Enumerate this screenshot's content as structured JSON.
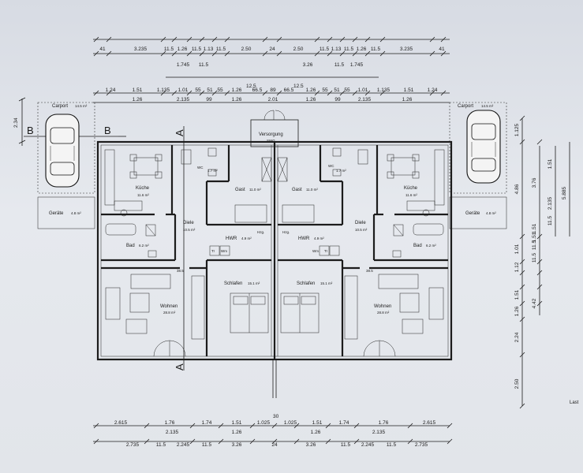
{
  "dimensions": {
    "top_row1": [
      "41",
      "3.235",
      "11.5",
      "1.26",
      "11.5",
      "1.13",
      "11.5",
      "2.50",
      "24",
      "2.50",
      "11.5",
      "1.13",
      "11.5",
      "1.26",
      "11.5",
      "3.235",
      "41"
    ],
    "top_row2": [
      "11.5",
      "1.745",
      "3.26",
      "11.5",
      "1.745"
    ],
    "top_row3a": [
      "1.24",
      "1.51",
      "1.135",
      "1.01",
      "55",
      "51",
      "55",
      "1.26",
      "66.5",
      "89",
      "66.5",
      "1.26",
      "55",
      "51",
      "55",
      "1.01",
      "1.135",
      "1.51",
      "1.24"
    ],
    "top_row3b": [
      "1.26",
      "2.135",
      "99",
      "1.26",
      "2.01",
      "1.26",
      "99",
      "2.135",
      "1.26"
    ],
    "top_12_5": [
      "12.5",
      "12.5"
    ],
    "bottom_row1": [
      "2.615",
      "1.76",
      "1.74",
      "1.51",
      "1.025",
      "1.025",
      "1.51",
      "1.74",
      "1.76",
      "2.615"
    ],
    "bottom_row1b": [
      "2.135",
      "1.26",
      "1.26",
      "2.135"
    ],
    "bottom_row2": [
      "2.735",
      "11.5",
      "2.245",
      "11.5",
      "3.26",
      "24",
      "3.26",
      "11.5",
      "2.245",
      "11.5",
      "2.735"
    ],
    "bottom_30": "30",
    "right_col1": [
      "1.125",
      "4.86",
      "1.01",
      "1.12",
      "1.51",
      "1.26",
      "2.24",
      "2.50"
    ],
    "right_col2": [
      "3.76",
      "1.51",
      "11.5",
      "1.51",
      "11.5",
      "4.42"
    ],
    "right_col3": [
      "1.51",
      "2.135",
      "11.5"
    ],
    "right_col4": [
      "5.885"
    ],
    "left_234": "2.34",
    "wall_38_5_left": "38.5",
    "wall_38_5_right": "38.5"
  },
  "section_marks": {
    "b_left": "B",
    "b_right": "B",
    "a_top": "A",
    "a_bottom": "A"
  },
  "rooms": {
    "carport_left": "Carport",
    "carport_left_area": "14.5 m²",
    "carport_right": "Carport",
    "carport_right_area": "14.5 m²",
    "geraete_left": "Geräte",
    "geraete_left_area": "4.8 m²",
    "geraete_right": "Geräte",
    "geraete_right_area": "4.8 m²",
    "versorgung": "Versorgung",
    "versorgung_sub": "SWG",
    "wc_left": "WC",
    "wc_left_area": "1.7 m²",
    "wc_right": "WC",
    "wc_right_area": "1.7 m²",
    "kueche_left": "Küche",
    "kueche_left_area": "11.6 m²",
    "kueche_right": "Küche",
    "kueche_right_area": "11.6 m²",
    "gast_left": "Gast",
    "gast_left_area": "11.0 m²",
    "gast_right": "Gast",
    "gast_right_area": "11.0 m²",
    "diele_left": "Diele",
    "diele_left_area": "10.5 m²",
    "diele_right": "Diele",
    "diele_right_area": "10.5 m²",
    "hwr_left": "HWR",
    "hwr_left_area": "4.9 m²",
    "hwr_right": "HWR",
    "hwr_right_area": "4.9 m²",
    "hzg_left": "Hzg.",
    "hzg_right": "Hzg.",
    "tr_left": "Tr",
    "wm_left": "Wm",
    "wm_right": "Wm",
    "tr_right": "Tr",
    "bad_left": "Bad",
    "bad_left_area": "6.2 m²",
    "bad_right": "Bad",
    "bad_right_area": "6.2 m²",
    "schlafen_left": "Schlafen",
    "schlafen_left_area": "15.1 m²",
    "schlafen_right": "Schlafen",
    "schlafen_right_area": "15.1 m²",
    "wohnen_left": "Wohnen",
    "wohnen_left_area": "28.8 m²",
    "wohnen_right": "Wohnen",
    "wohnen_right_area": "28.8 m²"
  },
  "edge_text": "Last"
}
